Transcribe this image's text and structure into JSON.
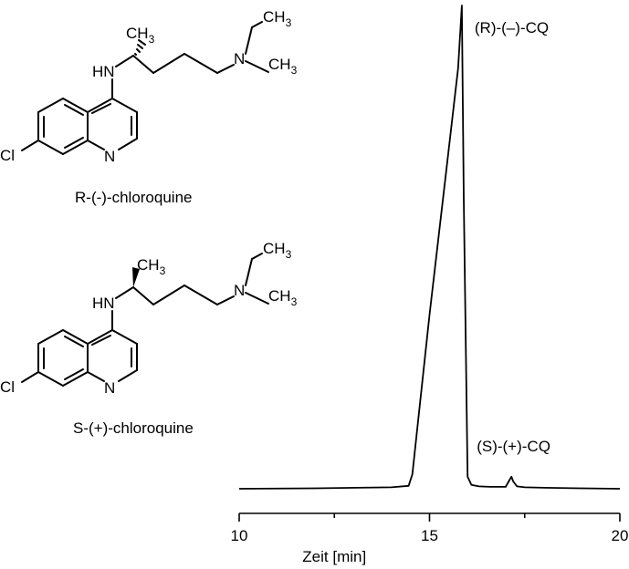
{
  "chart_data": {
    "type": "line",
    "xlabel": "Zeit [min]",
    "ylabel": "",
    "xlim": [
      10,
      20
    ],
    "xticks": [
      10,
      15,
      20
    ],
    "grid": false,
    "series": [
      {
        "x": [
          10.0,
          12.0,
          14.0,
          14.45,
          14.55,
          15.0,
          15.5,
          15.75,
          15.85,
          15.9,
          16.0,
          16.1,
          16.3,
          16.6,
          17.0,
          17.08,
          17.15,
          17.2,
          17.3,
          17.5,
          18.0,
          19.0,
          20.0
        ],
        "y": [
          0,
          0.1,
          0.3,
          0.6,
          3.0,
          36.0,
          70.0,
          87.0,
          100.0,
          60.0,
          2.5,
          0.8,
          0.5,
          0.4,
          0.4,
          1.5,
          2.5,
          1.5,
          0.5,
          0.3,
          0.2,
          0.1,
          0.0
        ]
      }
    ],
    "annotations": [
      {
        "text": "(R)-(–)-CQ",
        "x": 15.85,
        "y": 100.0
      },
      {
        "text": "(S)-(+)-CQ",
        "x": 17.15,
        "y": 2.5
      }
    ]
  },
  "structures": {
    "r": {
      "caption": "R-(-)-chloroquine",
      "atoms": {
        "ch3_top": "CH",
        "ch3_top_sub": "3",
        "nh": "HN",
        "n_amine": "N",
        "ch3_a": "CH",
        "ch3_a_sub": "3",
        "ch3_b": "CH",
        "ch3_b_sub": "3",
        "cl": "Cl",
        "n_ring": "N"
      }
    },
    "s": {
      "caption": "S-(+)-chloroquine",
      "atoms": {
        "ch3_top": "CH",
        "ch3_top_sub": "3",
        "nh": "HN",
        "n_amine": "N",
        "ch3_a": "CH",
        "ch3_a_sub": "3",
        "ch3_b": "CH",
        "ch3_b_sub": "3",
        "cl": "Cl",
        "n_ring": "N"
      }
    }
  }
}
